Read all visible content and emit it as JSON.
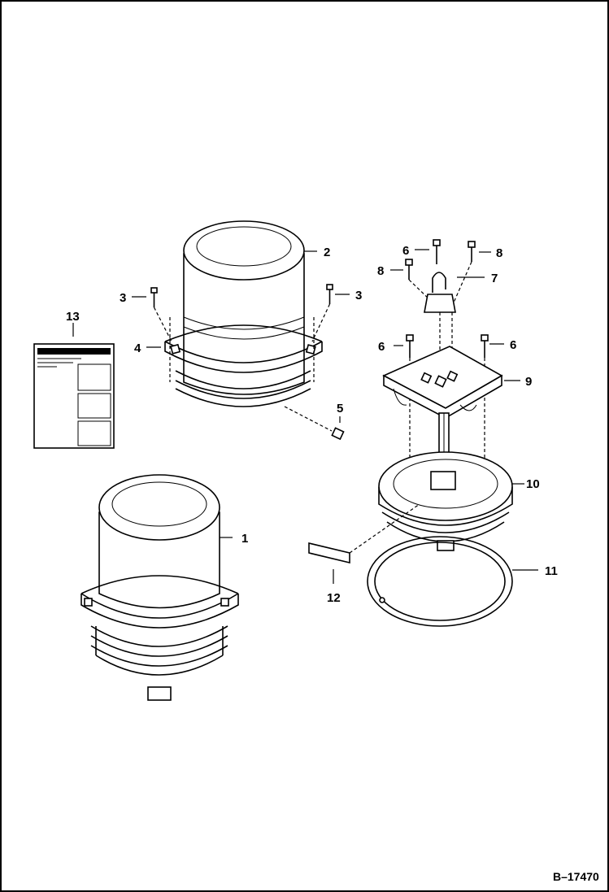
{
  "callouts": {
    "c1": "1",
    "c2": "2",
    "c3a": "3",
    "c3b": "3",
    "c4": "4",
    "c5": "5",
    "c6a": "6",
    "c6b": "6",
    "c6c": "6",
    "c7": "7",
    "c8a": "8",
    "c8b": "8",
    "c9": "9",
    "c10": "10",
    "c11": "11",
    "c12": "12",
    "c13": "13"
  },
  "figure_number": "B–17470"
}
